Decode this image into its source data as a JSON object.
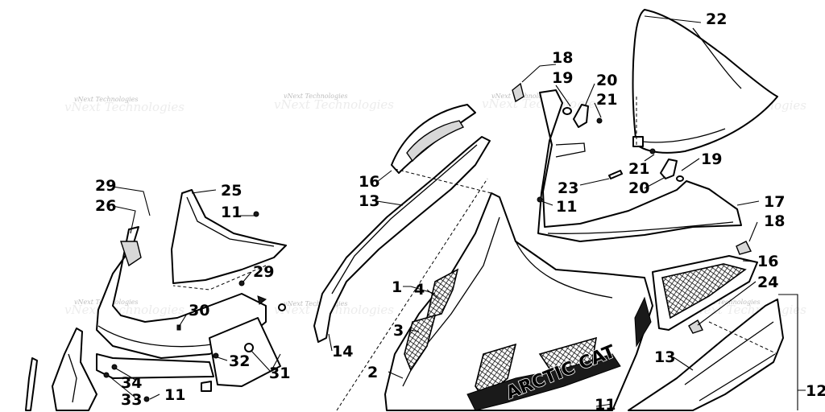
{
  "watermark": {
    "text": "vNext Technologies"
  },
  "logo_text": "ARCTIC CAT",
  "callouts": [
    {
      "id": "c22a",
      "text": "22"
    },
    {
      "id": "c18a",
      "text": "18"
    },
    {
      "id": "c19a",
      "text": "19"
    },
    {
      "id": "c20a",
      "text": "20"
    },
    {
      "id": "c21a",
      "text": "21"
    },
    {
      "id": "c21b",
      "text": "21"
    },
    {
      "id": "c19b",
      "text": "19"
    },
    {
      "id": "c20b",
      "text": "20"
    },
    {
      "id": "c23",
      "text": "23"
    },
    {
      "id": "c11a",
      "text": "11"
    },
    {
      "id": "c17",
      "text": "17"
    },
    {
      "id": "c18b",
      "text": "18"
    },
    {
      "id": "c16a",
      "text": "16"
    },
    {
      "id": "c16b",
      "text": "16"
    },
    {
      "id": "c13a",
      "text": "13"
    },
    {
      "id": "c29a",
      "text": "29"
    },
    {
      "id": "c26",
      "text": "26"
    },
    {
      "id": "c25",
      "text": "25"
    },
    {
      "id": "c11b",
      "text": "11"
    },
    {
      "id": "c29b",
      "text": "29"
    },
    {
      "id": "c30",
      "text": "30"
    },
    {
      "id": "c32",
      "text": "32"
    },
    {
      "id": "c31",
      "text": "31"
    },
    {
      "id": "c34",
      "text": "34"
    },
    {
      "id": "c33",
      "text": "33"
    },
    {
      "id": "c11c",
      "text": "11"
    },
    {
      "id": "c1",
      "text": "1"
    },
    {
      "id": "c4",
      "text": "4"
    },
    {
      "id": "c3",
      "text": "3"
    },
    {
      "id": "c2",
      "text": "2"
    },
    {
      "id": "c14",
      "text": "14"
    },
    {
      "id": "c24",
      "text": "24"
    },
    {
      "id": "c13b",
      "text": "13"
    },
    {
      "id": "c11d",
      "text": "11"
    },
    {
      "id": "c12",
      "text": "12"
    }
  ]
}
